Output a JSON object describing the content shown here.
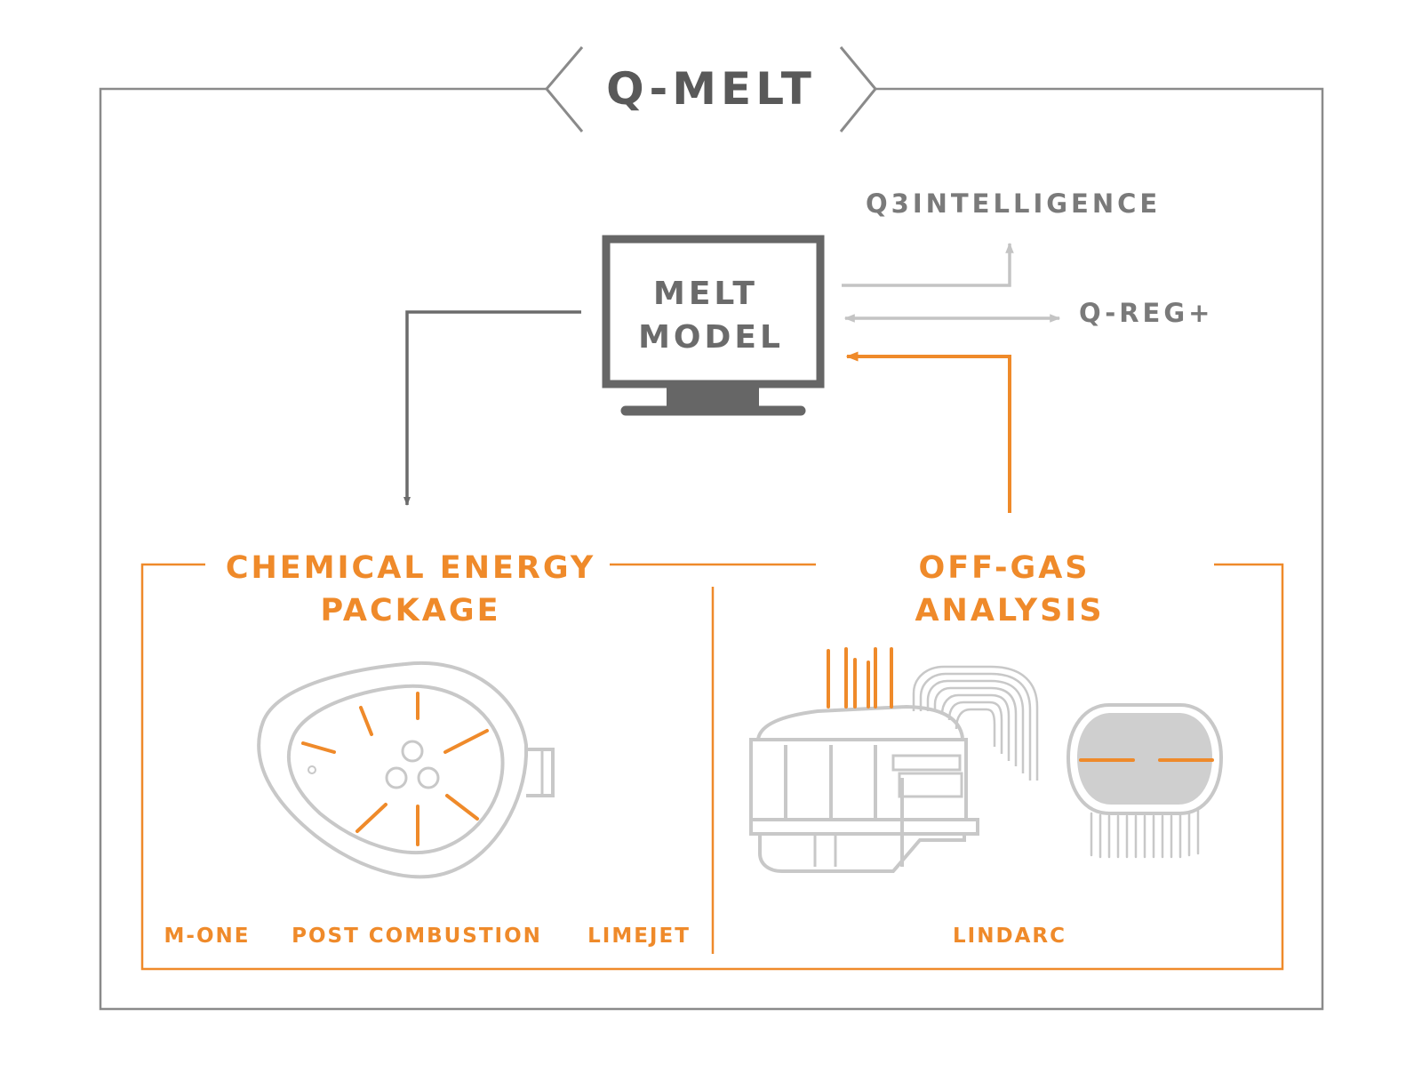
{
  "title": "Q-MELT",
  "monitor": {
    "line1": "MELT",
    "line2": "MODEL"
  },
  "outputs": {
    "intelligence": "Q3INTELLIGENCE",
    "regulation": "Q-REG+"
  },
  "chemical_energy": {
    "heading_line1": "CHEMICAL ENERGY",
    "heading_line2": "PACKAGE",
    "labels": [
      "M-ONE",
      "POST COMBUSTION",
      "LIMEJET"
    ]
  },
  "off_gas": {
    "heading_line1": "OFF-GAS",
    "heading_line2": "ANALYSIS",
    "labels": [
      "LINDARC"
    ]
  },
  "colors": {
    "orange": "#ef8a2a",
    "dark_gray": "#6b6b6b",
    "light_gray": "#c8c8c8",
    "fill_gray": "#cfcfcf"
  },
  "icons": {
    "monitor": "monitor-icon",
    "furnace_top_view": "furnace-top-view-icon",
    "furnace_side_view": "furnace-side-view-icon",
    "off_gas_probe": "off-gas-probe-icon"
  }
}
